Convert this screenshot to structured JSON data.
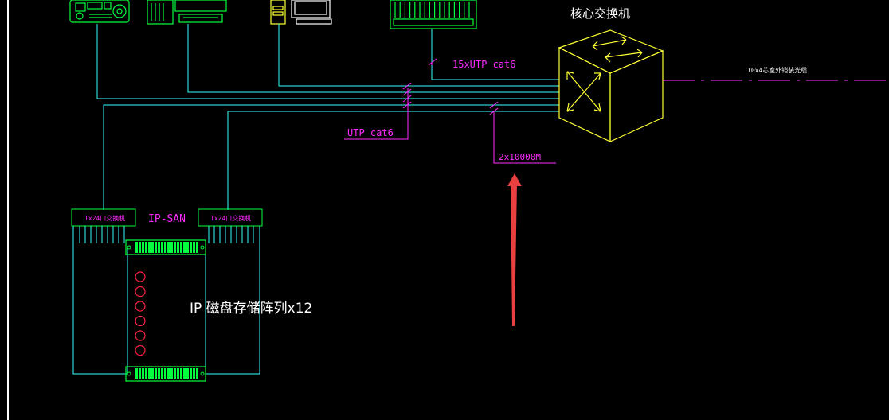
{
  "labels": {
    "core_switch": "核心交换机",
    "link_15utp": "15xUTP cat6",
    "link_utp": "UTP cat6",
    "link_2x10000m": "2x10000M",
    "right_link": "10x4芯室外铠装光缆",
    "ip_san": "IP-SAN",
    "san_switch_left": "1x24口交换机",
    "san_switch_right": "1x24口交换机",
    "disk_array": "IP 磁盘存储阵列x12"
  },
  "colors": {
    "background": "#000000",
    "cyan": "#33ffff",
    "green": "#00ff3c",
    "magenta": "#ff2bff",
    "yellow": "#ffff33",
    "white": "#ffffff",
    "red_dot": "#ff2040",
    "arrow": "#f04444"
  }
}
